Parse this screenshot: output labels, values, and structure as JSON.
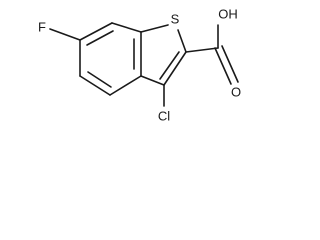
{
  "structure": {
    "labels": {
      "fluorine": "F",
      "sulfur": "S",
      "hydroxyl": "OH",
      "carbonyl_oxygen": "O",
      "chlorine": "Cl"
    }
  }
}
